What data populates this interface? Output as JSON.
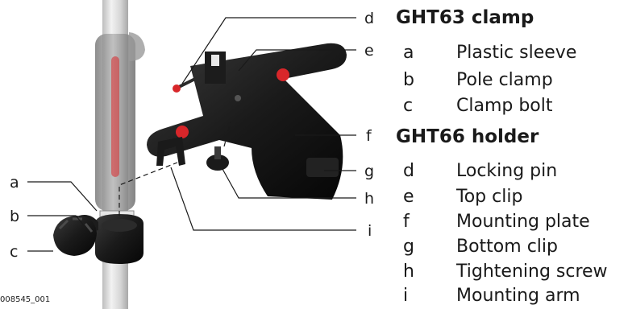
{
  "figure": {
    "id": "008545_001",
    "callouts": {
      "a": "a",
      "b": "b",
      "c": "c",
      "d": "d",
      "e": "e",
      "f": "f",
      "g": "g",
      "h": "h",
      "i": "i"
    }
  },
  "legend": {
    "section1": {
      "title": "GHT63 clamp",
      "items": [
        {
          "letter": "a",
          "label": "Plastic sleeve"
        },
        {
          "letter": "b",
          "label": "Pole clamp"
        },
        {
          "letter": "c",
          "label": "Clamp bolt"
        }
      ]
    },
    "section2": {
      "title": "GHT66 holder",
      "items": [
        {
          "letter": "d",
          "label": "Locking pin"
        },
        {
          "letter": "e",
          "label": "Top clip"
        },
        {
          "letter": "f",
          "label": "Mounting plate"
        },
        {
          "letter": "g",
          "label": "Bottom clip"
        },
        {
          "letter": "h",
          "label": "Tightening screw"
        },
        {
          "letter": "i",
          "label": "Mounting arm"
        }
      ]
    }
  },
  "colors": {
    "accent_red": "#d8262a",
    "plastic_black": "#161616",
    "pole_grey": "#cfcfcf"
  }
}
